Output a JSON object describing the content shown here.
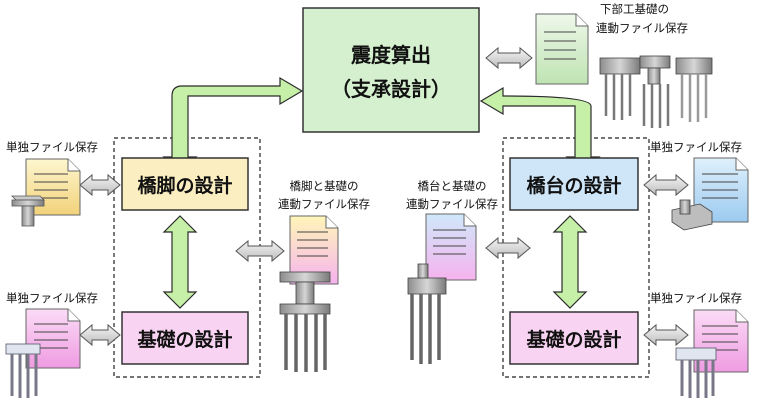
{
  "center": {
    "title_line1": "震度算出",
    "title_line2": "（支承設計）"
  },
  "left": {
    "pier_design": "橋脚の設計",
    "foundation_design": "基礎の設計",
    "pier_file_label": "単独ファイル保存",
    "foundation_file_label": "単独ファイル保存",
    "linked_label_line1": "橋脚と基礎の",
    "linked_label_line2": "連動ファイル保存"
  },
  "right": {
    "abutment_design": "橋台の設計",
    "foundation_design": "基礎の設計",
    "abutment_file_label": "単独ファイル保存",
    "foundation_file_label": "単独ファイル保存",
    "linked_label_line1": "橋台と基礎の",
    "linked_label_line2": "連動ファイル保存"
  },
  "top_right": {
    "label_line1": "下部工基礎の",
    "label_line2": "連動ファイル保存"
  },
  "colors": {
    "center_fill": "#d5f0cf",
    "pier_fill": "#fbeec0",
    "abutment_fill": "#cfe6f8",
    "foundation_fill": "#f8d3f2",
    "arrow_green": "#c6f0a8",
    "arrow_gray": "#d9d9d9"
  }
}
